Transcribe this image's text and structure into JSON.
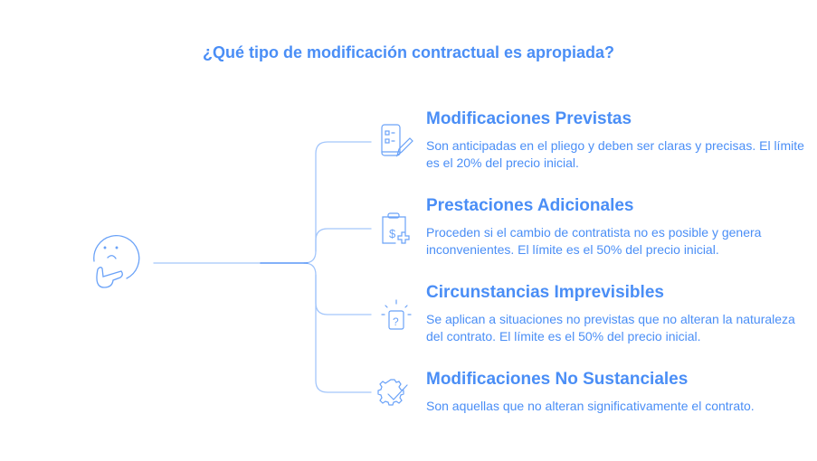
{
  "title": "¿Qué tipo de modificación contractual es apropiada?",
  "items": [
    {
      "heading": "Modificaciones Previstas",
      "text": "Son anticipadas en el pliego y deben ser claras y precisas. El límite es el 20% del precio inicial.",
      "icon": "checklist-pencil-icon"
    },
    {
      "heading": "Prestaciones Adicionales",
      "text": "Proceden si el cambio de contratista no es posible y genera inconvenientes. El límite es el 50% del precio inicial.",
      "icon": "clipboard-dollar-plus-icon"
    },
    {
      "heading": "Circunstancias Imprevisibles",
      "text": "Se aplican a situaciones no previstas que no alteran la naturaleza del contrato. El límite es el 50% del precio inicial.",
      "icon": "question-box-icon"
    },
    {
      "heading": "Modificaciones No Sustanciales",
      "text": "Son aquellas que no alteran significativamente el contrato.",
      "icon": "gear-check-icon"
    }
  ],
  "colors": {
    "accent": "#4a8ef6",
    "line": "#a3c6fb"
  }
}
